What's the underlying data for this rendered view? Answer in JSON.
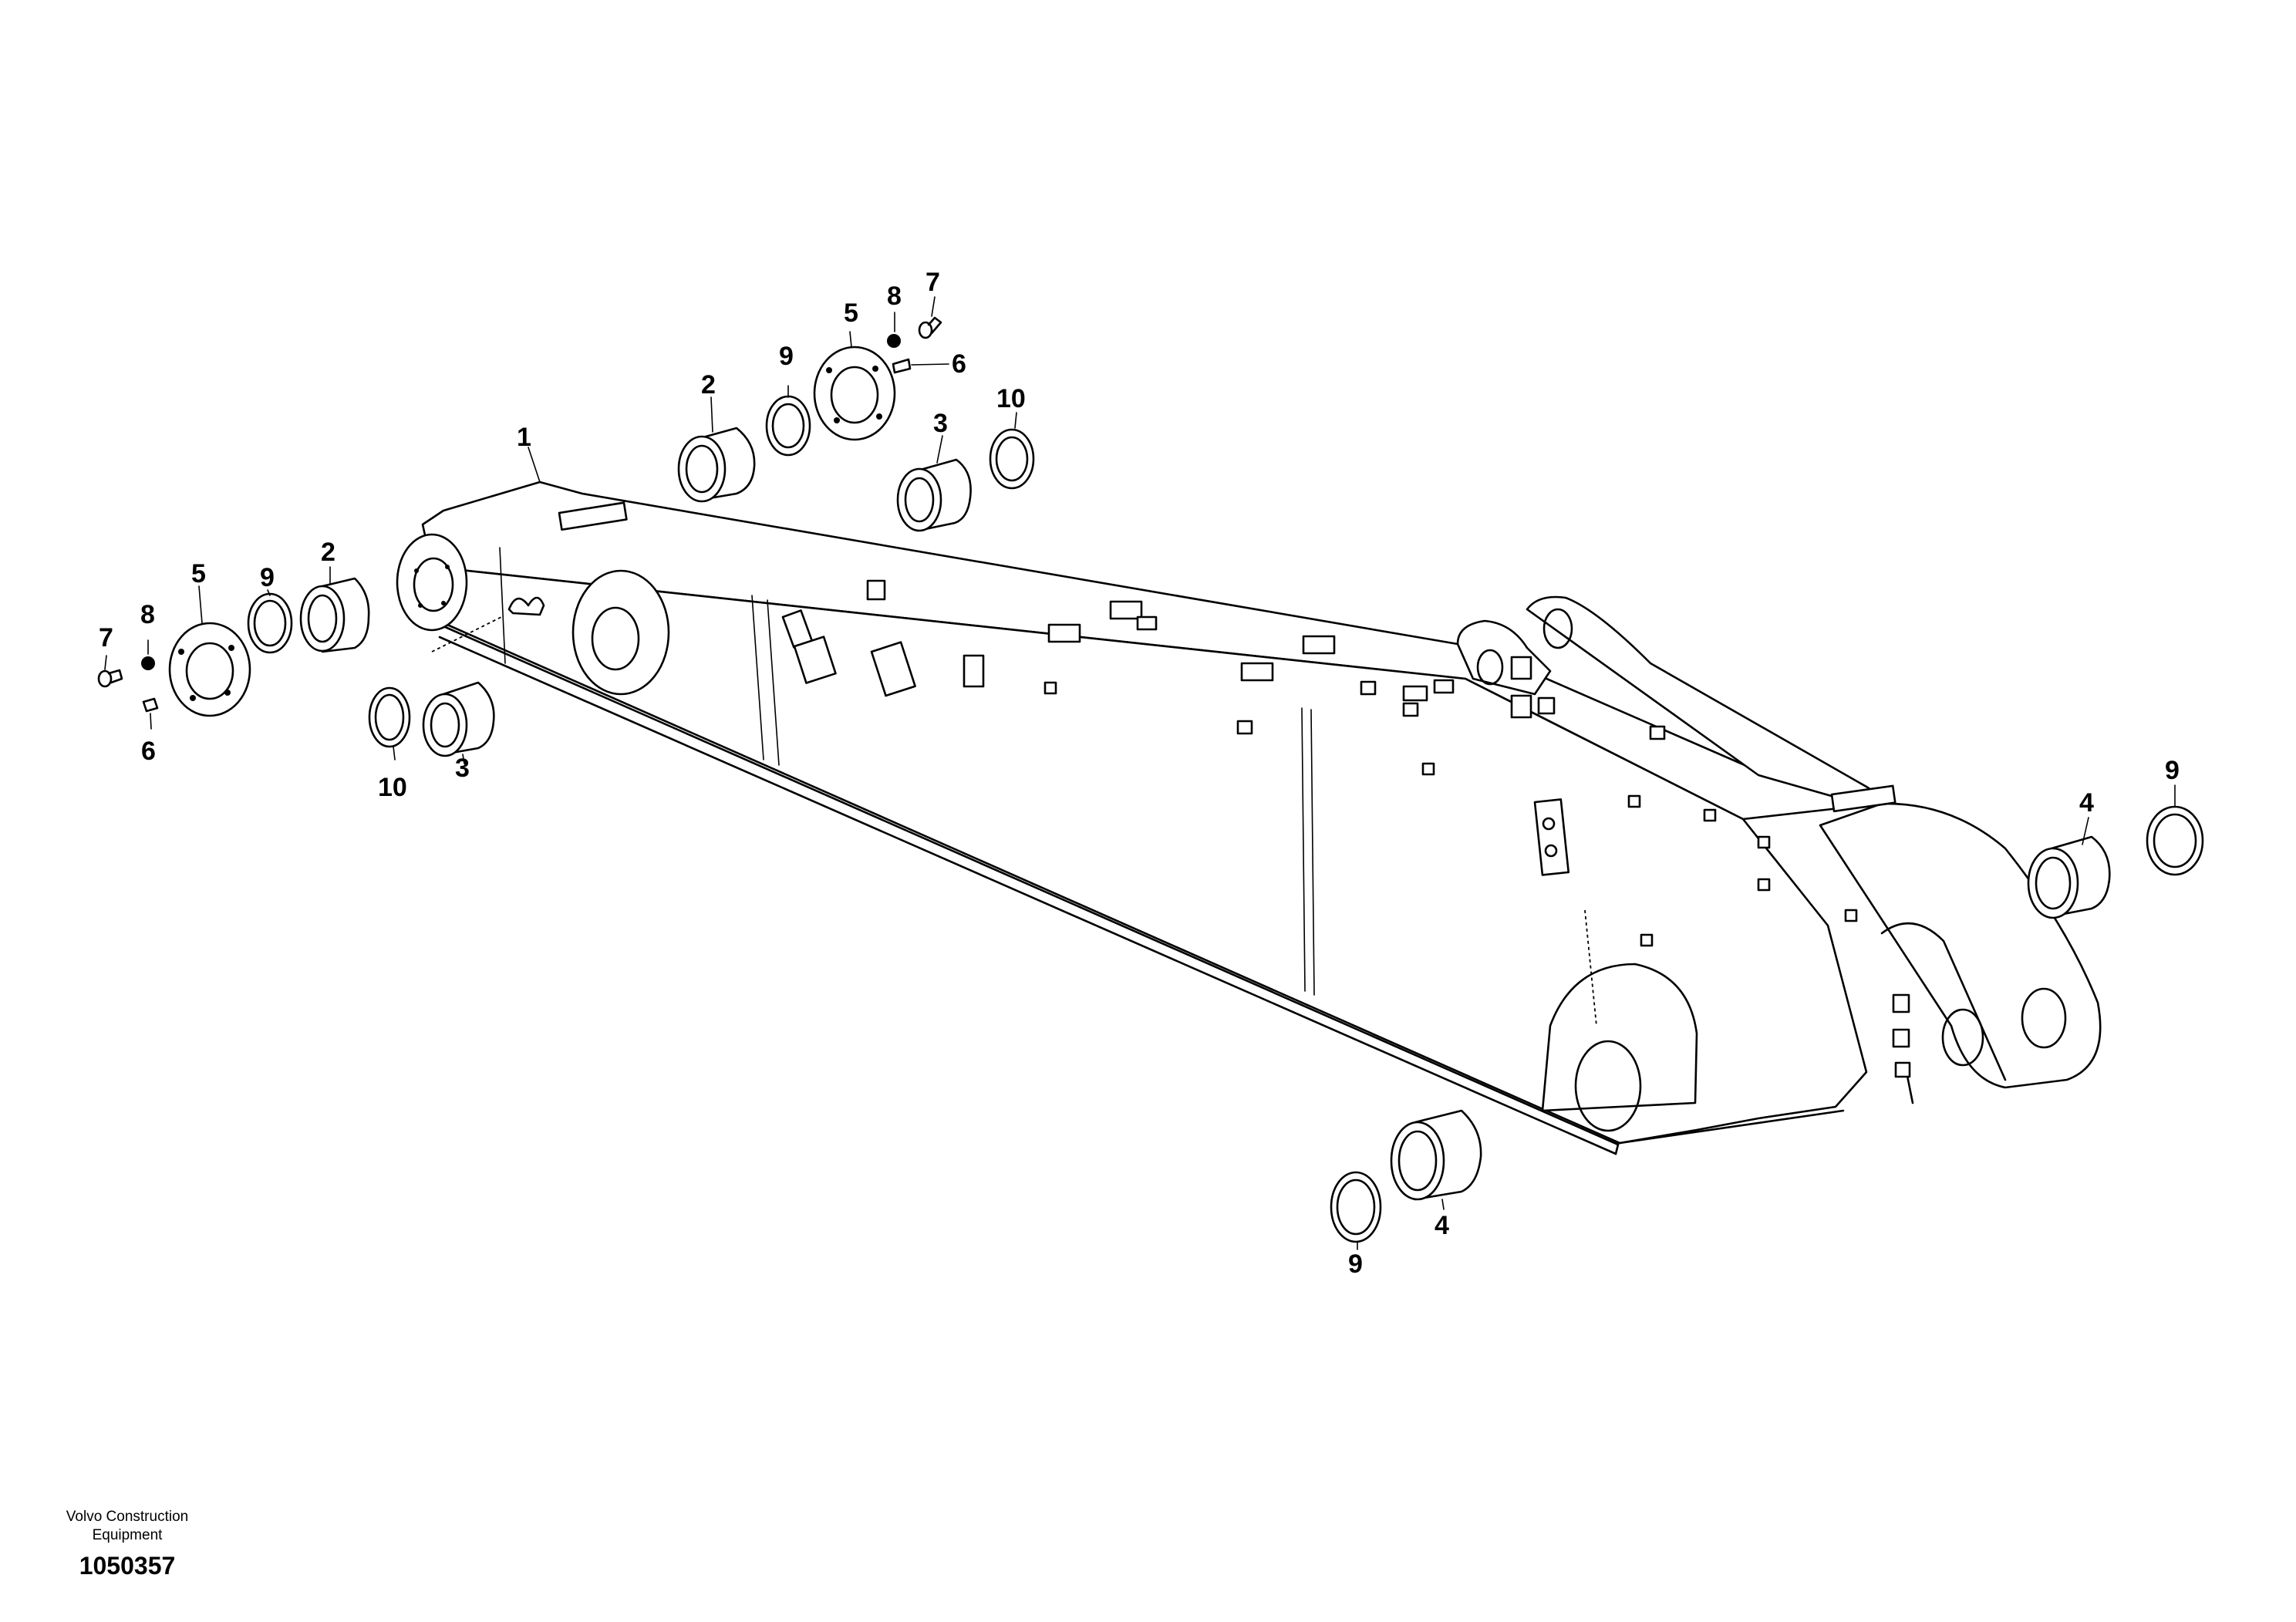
{
  "callouts": {
    "boom": "1",
    "bushing_a": "2",
    "bushing_b": "3",
    "bushing_c": "4",
    "cover_plate": "5",
    "pin": "6",
    "screw": "7",
    "washer": "8",
    "seal": "9",
    "seal_b": "10"
  },
  "footer": {
    "brand_line1": "Volvo Construction",
    "brand_line2": "Equipment",
    "drawing_number": "1050357"
  }
}
